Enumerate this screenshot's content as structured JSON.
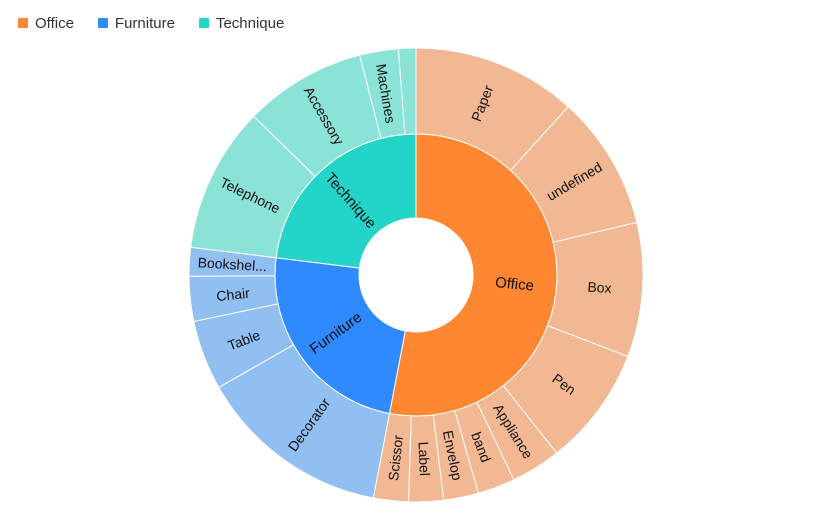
{
  "chart_data": {
    "type": "sunburst",
    "legend": [
      {
        "label": "Office",
        "color": "#FF8731"
      },
      {
        "label": "Furniture",
        "color": "#2F89FF"
      },
      {
        "label": "Technique",
        "color": "#23D5C8"
      }
    ],
    "outer_colors": {
      "Office": "#F2B894",
      "Furniture": "#92BFF2",
      "Technique": "#8BE3D8"
    },
    "categories": [
      {
        "name": "Office",
        "children": [
          {
            "name": "Paper",
            "value": 13.2
          },
          {
            "name": "undefined",
            "value": 10.8
          },
          {
            "name": "Box",
            "value": 10.8
          },
          {
            "name": "Pen",
            "value": 9.6
          },
          {
            "name": "Appliance",
            "value": 4.0
          },
          {
            "name": "band",
            "value": 3.0
          },
          {
            "name": "Envelop",
            "value": 2.8
          },
          {
            "name": "Label",
            "value": 2.8
          },
          {
            "name": "Scissor",
            "value": 2.8
          }
        ]
      },
      {
        "name": "Furniture",
        "children": [
          {
            "name": "Decorator",
            "value": 15.5
          },
          {
            "name": "Table",
            "value": 5.6
          },
          {
            "name": "Chair",
            "value": 3.6
          },
          {
            "name": "Bookshel...",
            "value": 2.3
          }
        ]
      },
      {
        "name": "Technique",
        "children": [
          {
            "name": "Telephone",
            "value": 11.7
          },
          {
            "name": "Accessory",
            "value": 9.8
          },
          {
            "name": "Machines",
            "value": 3.1
          },
          {
            "name": "",
            "value": 1.4
          }
        ]
      }
    ]
  }
}
